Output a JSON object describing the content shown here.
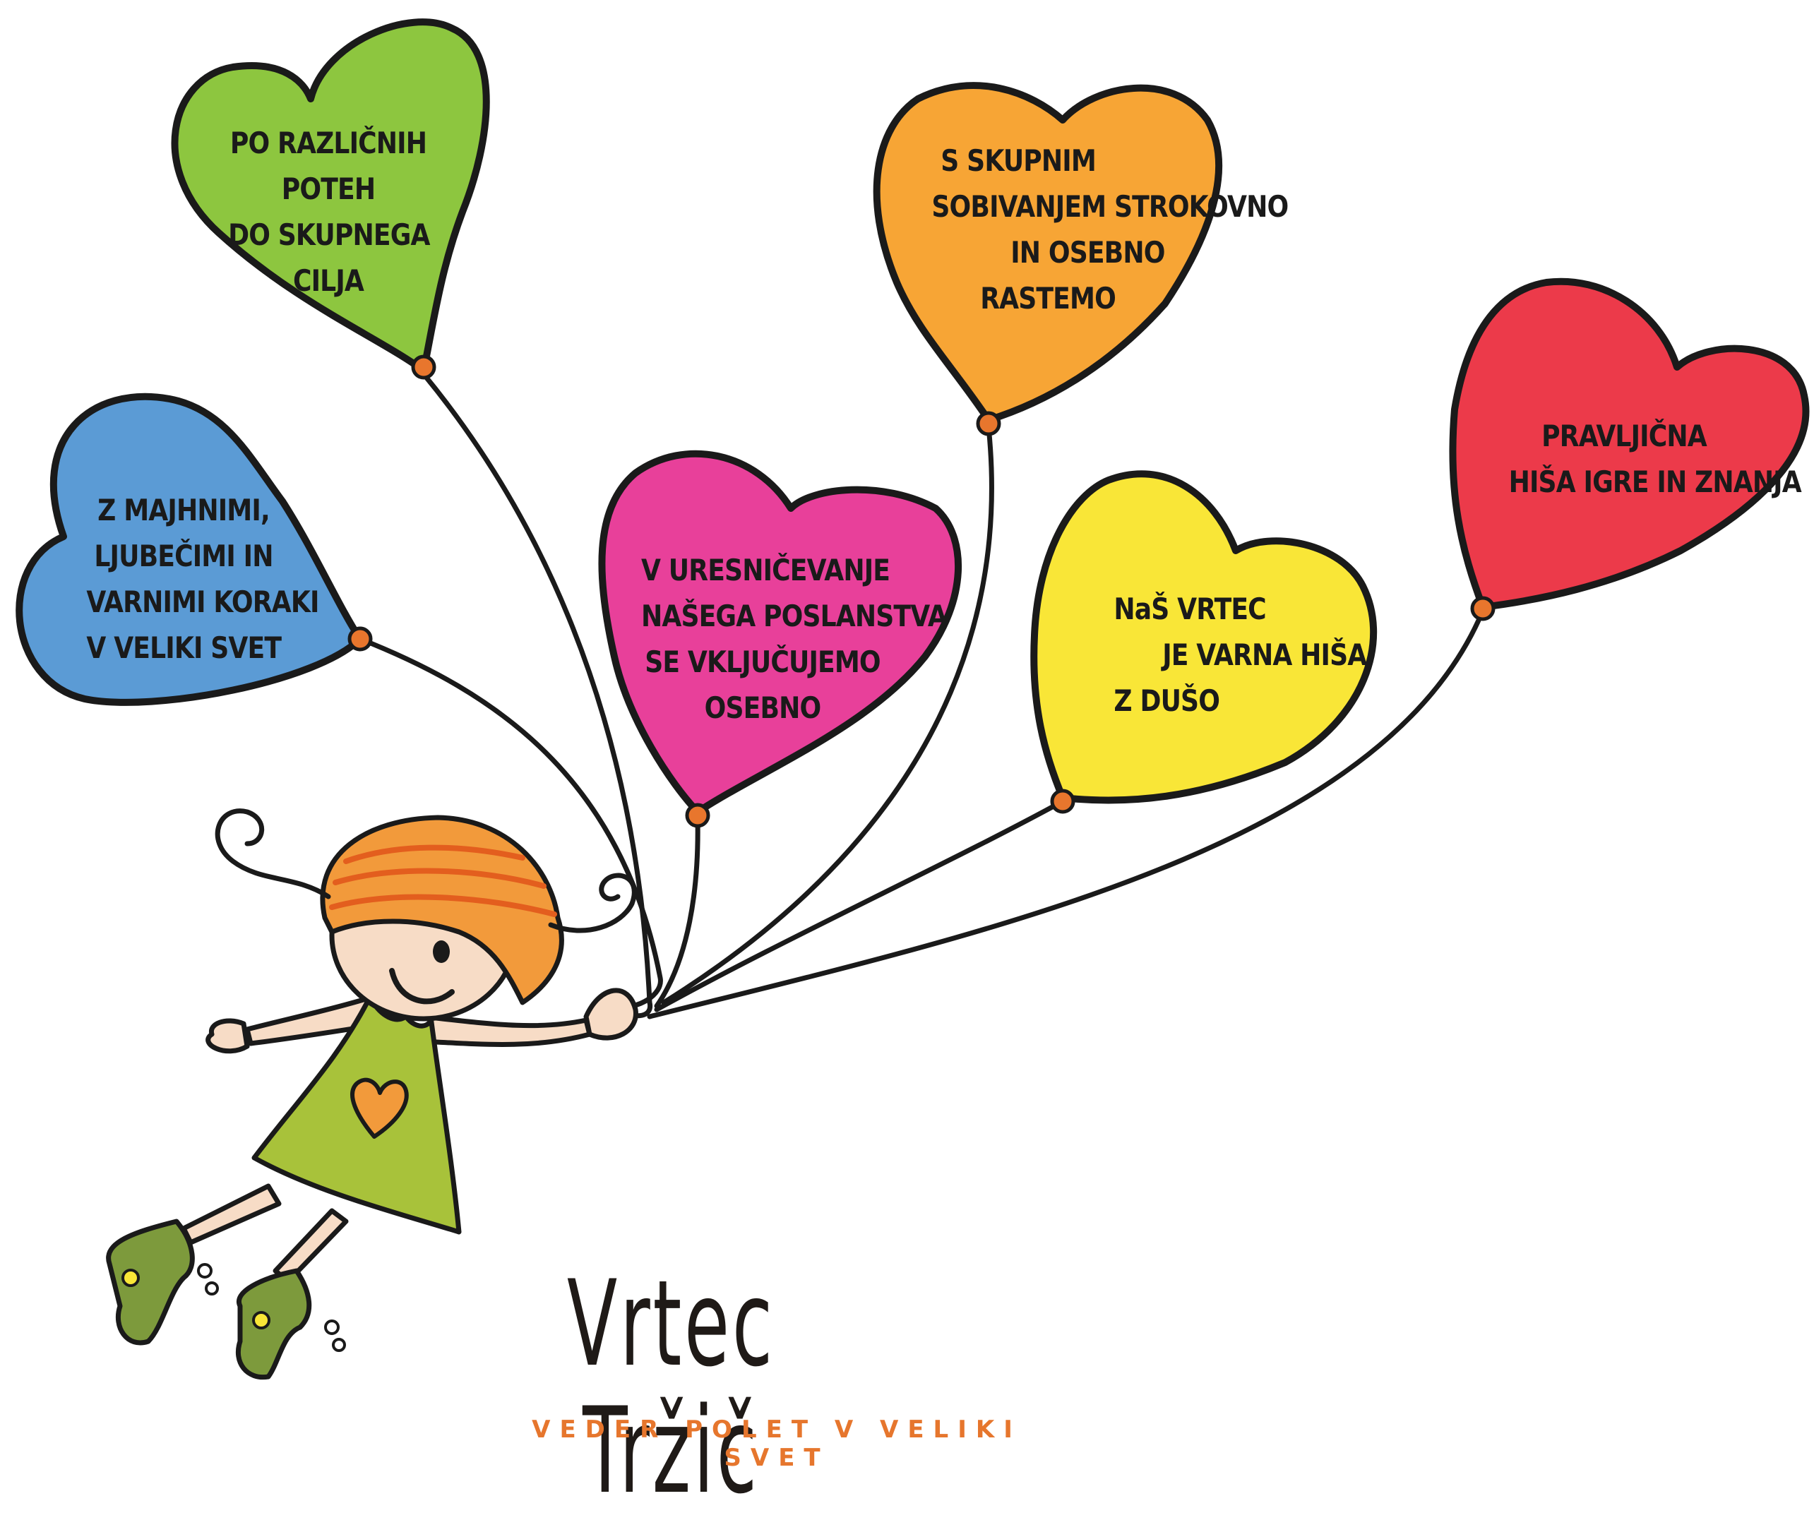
{
  "colors": {
    "green": "#8dc63f",
    "blue": "#5b9bd5",
    "pink": "#e8409a",
    "orange": "#f7a535",
    "yellow": "#f9e637",
    "red": "#ec3a4a",
    "outline": "#1a1a1a",
    "knot": "#e8762d",
    "hair": "#f29a3b",
    "dress": "#a8c23a",
    "skin": "#f7dcc6"
  },
  "balloons": [
    {
      "id": "green",
      "lines": [
        "PO RAZLIČNIH",
        "POTEH",
        "DO SKUPNEGA",
        "CILJA"
      ]
    },
    {
      "id": "blue",
      "lines": [
        "Z MAJHNIMI,",
        "LJUBEČIMI IN",
        "VARNIMI KORAKI",
        "V VELIKI SVET"
      ]
    },
    {
      "id": "pink",
      "lines": [
        "V URESNIČEVANJE",
        "NAŠEGA POSLANSTVA",
        "SE VKLJUČUJEMO",
        "OSEBNO"
      ]
    },
    {
      "id": "orange",
      "lines": [
        "S SKUPNIM",
        "SOBIVANJEM STROKOVNO",
        "IN OSEBNO",
        "RASTEMO"
      ]
    },
    {
      "id": "yellow",
      "lines": [
        "NaŠ VRTEC",
        "JE VARNA HIŠA",
        "Z DUŠO"
      ]
    },
    {
      "id": "red",
      "lines": [
        "PRAVLJIČNA",
        "HIŠA IGRE IN ZNANJA"
      ]
    }
  ],
  "brand": {
    "title": "Vrtec Tržič",
    "tagline": "VEDER POLET V VELIKI SVET"
  }
}
